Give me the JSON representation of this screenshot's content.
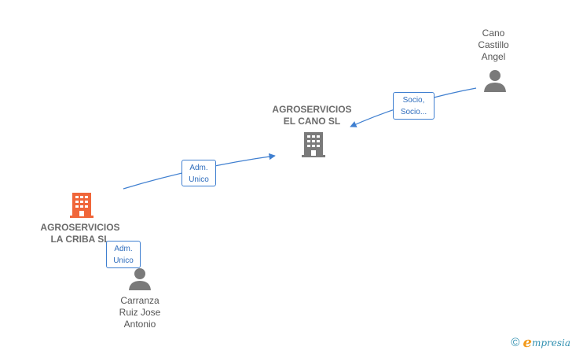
{
  "colors": {
    "edge": "#3f7fd0",
    "company_main": "#f0663a",
    "company_other": "#7a7a7a",
    "person": "#7a7a7a"
  },
  "nodes": {
    "agro_criba": {
      "label": "AGROSERVICIOS\nLA CRIBA  SL",
      "icon": "building-icon"
    },
    "agro_cano": {
      "label": "AGROSERVICIOS\nEL CANO  SL",
      "icon": "building-icon"
    },
    "cano_castillo": {
      "label": "Cano\nCastillo\nAngel",
      "icon": "person-icon"
    },
    "carranza": {
      "label": "Carranza\nRuiz Jose\nAntonio",
      "icon": "person-icon"
    }
  },
  "edges": {
    "criba_to_cano": {
      "label": "Adm.\nUnico"
    },
    "person_to_cano": {
      "label": "Socio,\nSocio..."
    },
    "carranza_to_criba": {
      "label": "Adm.\nUnico"
    }
  },
  "brand": {
    "copyright": "©",
    "initial": "e",
    "rest": "mpresia"
  }
}
